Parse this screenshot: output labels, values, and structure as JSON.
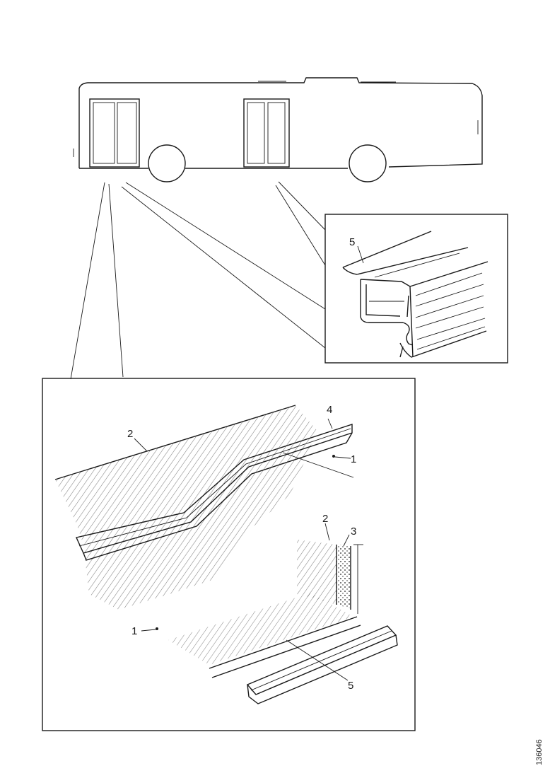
{
  "figure": {
    "id": "136046",
    "colors": {
      "ink": "#1a1a1a",
      "paper": "#ffffff"
    }
  },
  "callouts": {
    "bottom_fresh_air_arrow": "1",
    "bottom_wall_panel": "2",
    "bottom_wall_insulation": "3",
    "bottom_rail_top": "4",
    "bottom_rail_lower": "5",
    "bottom_left_arrow": "1",
    "bottom_panel_top": "2",
    "top_rail_profile": "5"
  }
}
